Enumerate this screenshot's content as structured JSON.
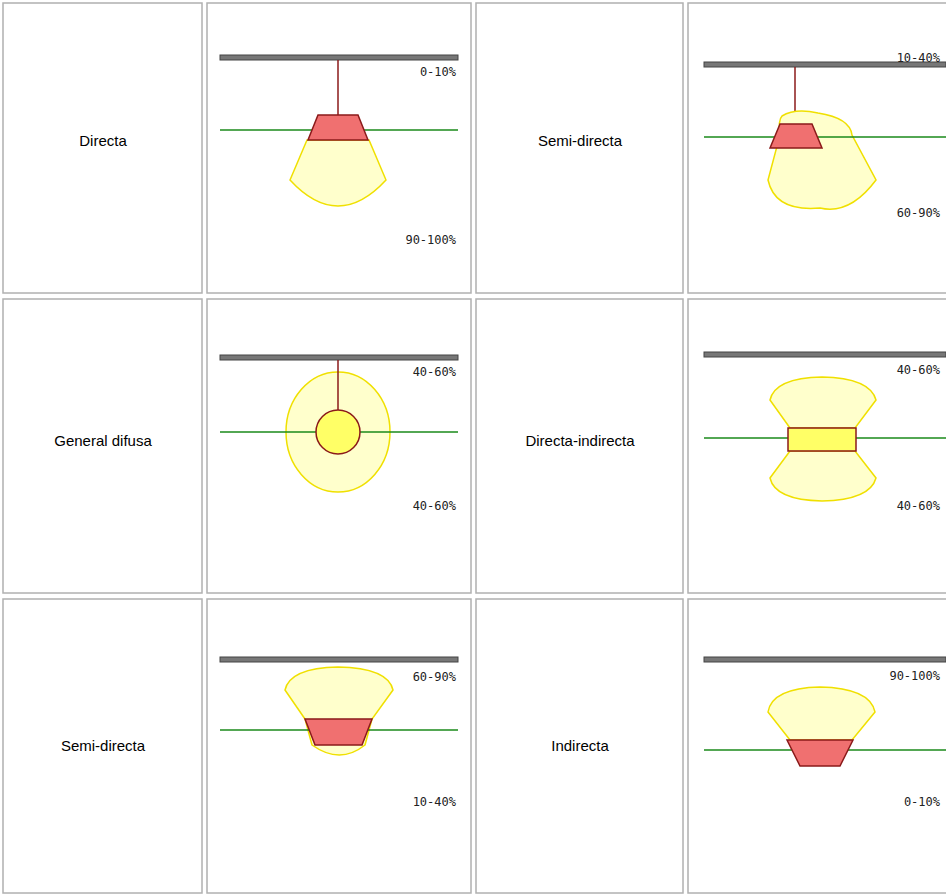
{
  "diagram": {
    "labels": [
      "Directa",
      "0-10%",
      "90-100%",
      "Semi-directa",
      "10-40%",
      "60-90%",
      "General difusa",
      "40-60%",
      "40-60%",
      "Directa-indirecta",
      "40-60%",
      "40-60%",
      "Semi-directa",
      "60-90%",
      "10-40%",
      "Indirecta",
      "90-100%",
      "0-10%"
    ]
  }
}
